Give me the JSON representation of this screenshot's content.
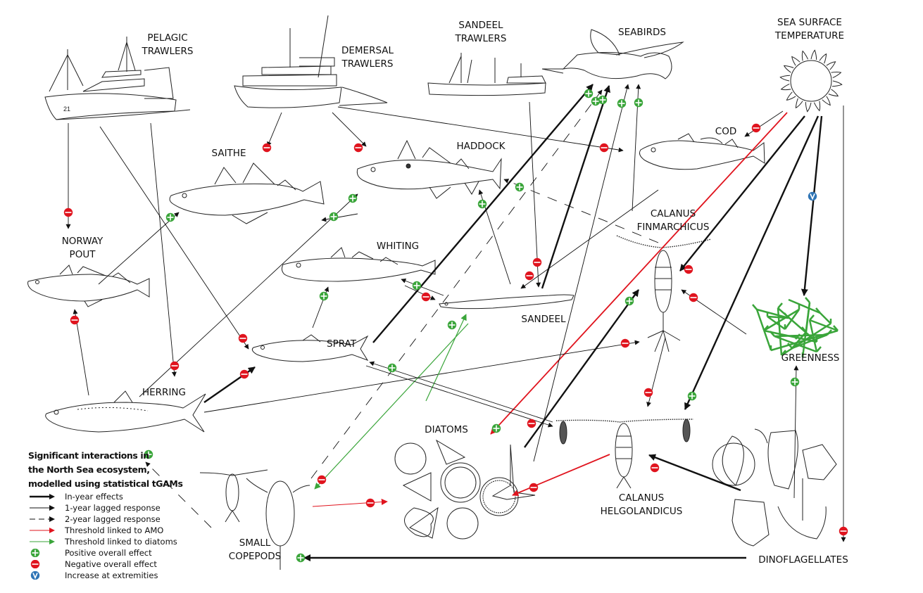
{
  "title": "Significant interactions in the North Sea ecosystem, modelled using statistical tGAMs",
  "colors": {
    "positive": "#3aa53a",
    "negative": "#e0141e",
    "extremity": "#2e74b5",
    "amo_threshold": "#e0141e",
    "diatom_threshold": "#3aa53a",
    "greenness": "#3aa53a",
    "line": "#111111"
  },
  "nodes": {
    "pelagic_trawlers": {
      "label": [
        "PELAGIC",
        "TRAWLERS"
      ]
    },
    "demersal_trawlers": {
      "label": [
        "DEMERSAL",
        "TRAWLERS"
      ]
    },
    "sandeel_trawlers": {
      "label": [
        "SANDEEL",
        "TRAWLERS"
      ]
    },
    "seabirds": {
      "label": [
        "SEABIRDS"
      ]
    },
    "sst": {
      "label": [
        "SEA SURFACE",
        "TEMPERATURE"
      ]
    },
    "saithe": {
      "label": [
        "SAITHE"
      ]
    },
    "haddock": {
      "label": [
        "HADDOCK"
      ]
    },
    "cod": {
      "label": [
        "COD"
      ]
    },
    "norway_pout": {
      "label": [
        "NORWAY",
        "POUT"
      ]
    },
    "whiting": {
      "label": [
        "WHITING"
      ]
    },
    "sandeel": {
      "label": [
        "SANDEEL"
      ]
    },
    "sprat": {
      "label": [
        "SPRAT"
      ]
    },
    "herring": {
      "label": [
        "HERRING"
      ]
    },
    "calanus_finmarchicus": {
      "label": [
        "CALANUS",
        "FINMARCHICUS"
      ]
    },
    "greenness": {
      "label": [
        "GREENNESS"
      ]
    },
    "diatoms": {
      "label": [
        "DIATOMS"
      ]
    },
    "calanus_helgolandicus": {
      "label": [
        "CALANUS",
        "HELGOLANDICUS"
      ]
    },
    "small_copepods": {
      "label": [
        "SMALL",
        "COPEPODS"
      ]
    },
    "dinoflagellates": {
      "label": [
        "DINOFLAGELLATES"
      ]
    }
  },
  "interactions": [
    {
      "from": "pelagic_trawlers",
      "to": "norway_pout",
      "type": "lag1",
      "effect": "negative"
    },
    {
      "from": "pelagic_trawlers",
      "to": "herring",
      "type": "lag1",
      "effect": "negative"
    },
    {
      "from": "pelagic_trawlers",
      "to": "sprat",
      "type": "lag1",
      "effect": "negative"
    },
    {
      "from": "demersal_trawlers",
      "to": "saithe",
      "type": "lag1",
      "effect": "negative"
    },
    {
      "from": "demersal_trawlers",
      "to": "haddock",
      "type": "lag1",
      "effect": "negative"
    },
    {
      "from": "demersal_trawlers",
      "to": "cod",
      "type": "lag1",
      "effect": "negative"
    },
    {
      "from": "sandeel_trawlers",
      "to": "sandeel",
      "type": "lag1",
      "effect": "negative"
    },
    {
      "from": "sst",
      "to": "cod",
      "type": "lag1",
      "effect": "negative"
    },
    {
      "from": "sst",
      "to": "diatoms",
      "type": "amo",
      "effect": "positive"
    },
    {
      "from": "sst",
      "to": "calanus_finmarchicus",
      "type": "inyear",
      "effect": "negative"
    },
    {
      "from": "sst",
      "to": "calanus_helgolandicus",
      "type": "inyear",
      "effect": "positive"
    },
    {
      "from": "sst",
      "to": "greenness",
      "type": "inyear",
      "effect": "extremity"
    },
    {
      "from": "sst",
      "to": "dinoflagellates",
      "type": "lag1",
      "effect": "negative"
    },
    {
      "from": "haddock",
      "to": "saithe",
      "type": "lag1",
      "effect": "positive"
    },
    {
      "from": "herring",
      "to": "haddock",
      "type": "lag1",
      "effect": "positive"
    },
    {
      "from": "norway_pout",
      "to": "saithe",
      "type": "lag1",
      "effect": "positive"
    },
    {
      "from": "herring",
      "to": "norway_pout",
      "type": "lag1",
      "effect": "negative"
    },
    {
      "from": "herring",
      "to": "sprat",
      "type": "inyear",
      "effect": "negative"
    },
    {
      "from": "herring",
      "to": "calanus_finmarchicus",
      "type": "lag1",
      "effect": "negative"
    },
    {
      "from": "sprat",
      "to": "whiting",
      "type": "lag1",
      "effect": "positive"
    },
    {
      "from": "sprat",
      "to": "seabirds",
      "type": "inyear",
      "effect": "positive"
    },
    {
      "from": "sandeel",
      "to": "whiting",
      "type": "lag1",
      "effect": "positive"
    },
    {
      "from": "whiting",
      "to": "sandeel",
      "type": "lag1",
      "effect": "negative"
    },
    {
      "from": "sandeel",
      "to": "haddock",
      "type": "lag1",
      "effect": "positive"
    },
    {
      "from": "sandeel",
      "to": "seabirds",
      "type": "inyear",
      "effect": "positive"
    },
    {
      "from": "cod",
      "to": "sandeel",
      "type": "lag1",
      "effect": "negative"
    },
    {
      "from": "calanus_finmarchicus",
      "to": "haddock",
      "type": "lag2",
      "effect": "positive"
    },
    {
      "from": "calanus_finmarchicus",
      "to": "seabirds",
      "type": "lag1",
      "effect": "positive"
    },
    {
      "from": "calanus_finmarchicus",
      "to": "calanus_helgolandicus",
      "type": "lag1",
      "effect": "negative"
    },
    {
      "from": "greenness",
      "to": "calanus_finmarchicus",
      "type": "lag1",
      "effect": "negative"
    },
    {
      "from": "diatoms",
      "to": "calanus_finmarchicus",
      "type": "inyear",
      "effect": "positive"
    },
    {
      "from": "diatoms",
      "to": "seabirds",
      "type": "lag1",
      "effect": "positive"
    },
    {
      "from": "diatoms",
      "to": "sandeel",
      "type": "diatom",
      "effect": "positive"
    },
    {
      "from": "small_copepods",
      "to": "seabirds",
      "type": "lag2",
      "effect": "positive"
    },
    {
      "from": "small_copepods",
      "to": "herring",
      "type": "lag2",
      "effect": "positive"
    },
    {
      "from": "small_copepods",
      "to": "diatoms",
      "type": "amo",
      "effect": "negative"
    },
    {
      "from": "sandeel",
      "to": "small_copepods",
      "type": "diatom",
      "effect": "negative"
    },
    {
      "from": "calanus_helgolandicus",
      "to": "sprat",
      "type": "lag1",
      "effect": "positive"
    },
    {
      "from": "sprat",
      "to": "calanus_helgolandicus",
      "type": "lag1",
      "effect": "negative"
    },
    {
      "from": "calanus_helgolandicus",
      "to": "diatoms",
      "type": "amo",
      "effect": "negative"
    },
    {
      "from": "dinoflagellates",
      "to": "calanus_helgolandicus",
      "type": "inyear",
      "effect": "negative"
    },
    {
      "from": "dinoflagellates",
      "to": "greenness",
      "type": "lag1",
      "effect": "positive"
    },
    {
      "from": "dinoflagellates",
      "to": "small_copepods",
      "type": "inyear",
      "effect": "positive"
    }
  ],
  "legend": {
    "title": [
      "Significant interactions in",
      "the North Sea ecosystem,",
      "modelled using statistical tGAMs"
    ],
    "items": [
      {
        "kind": "inyear",
        "label": "In-year effects"
      },
      {
        "kind": "lag1",
        "label": "1-year lagged response"
      },
      {
        "kind": "lag2",
        "label": "2-year lagged response"
      },
      {
        "kind": "amo",
        "label": "Threshold linked to AMO"
      },
      {
        "kind": "diatom",
        "label": "Threshold linked to diatoms"
      },
      {
        "kind": "positive",
        "label": "Positive overall effect"
      },
      {
        "kind": "negative",
        "label": "Negative overall effect"
      },
      {
        "kind": "extremity",
        "label": "Increase at extremities"
      }
    ]
  }
}
